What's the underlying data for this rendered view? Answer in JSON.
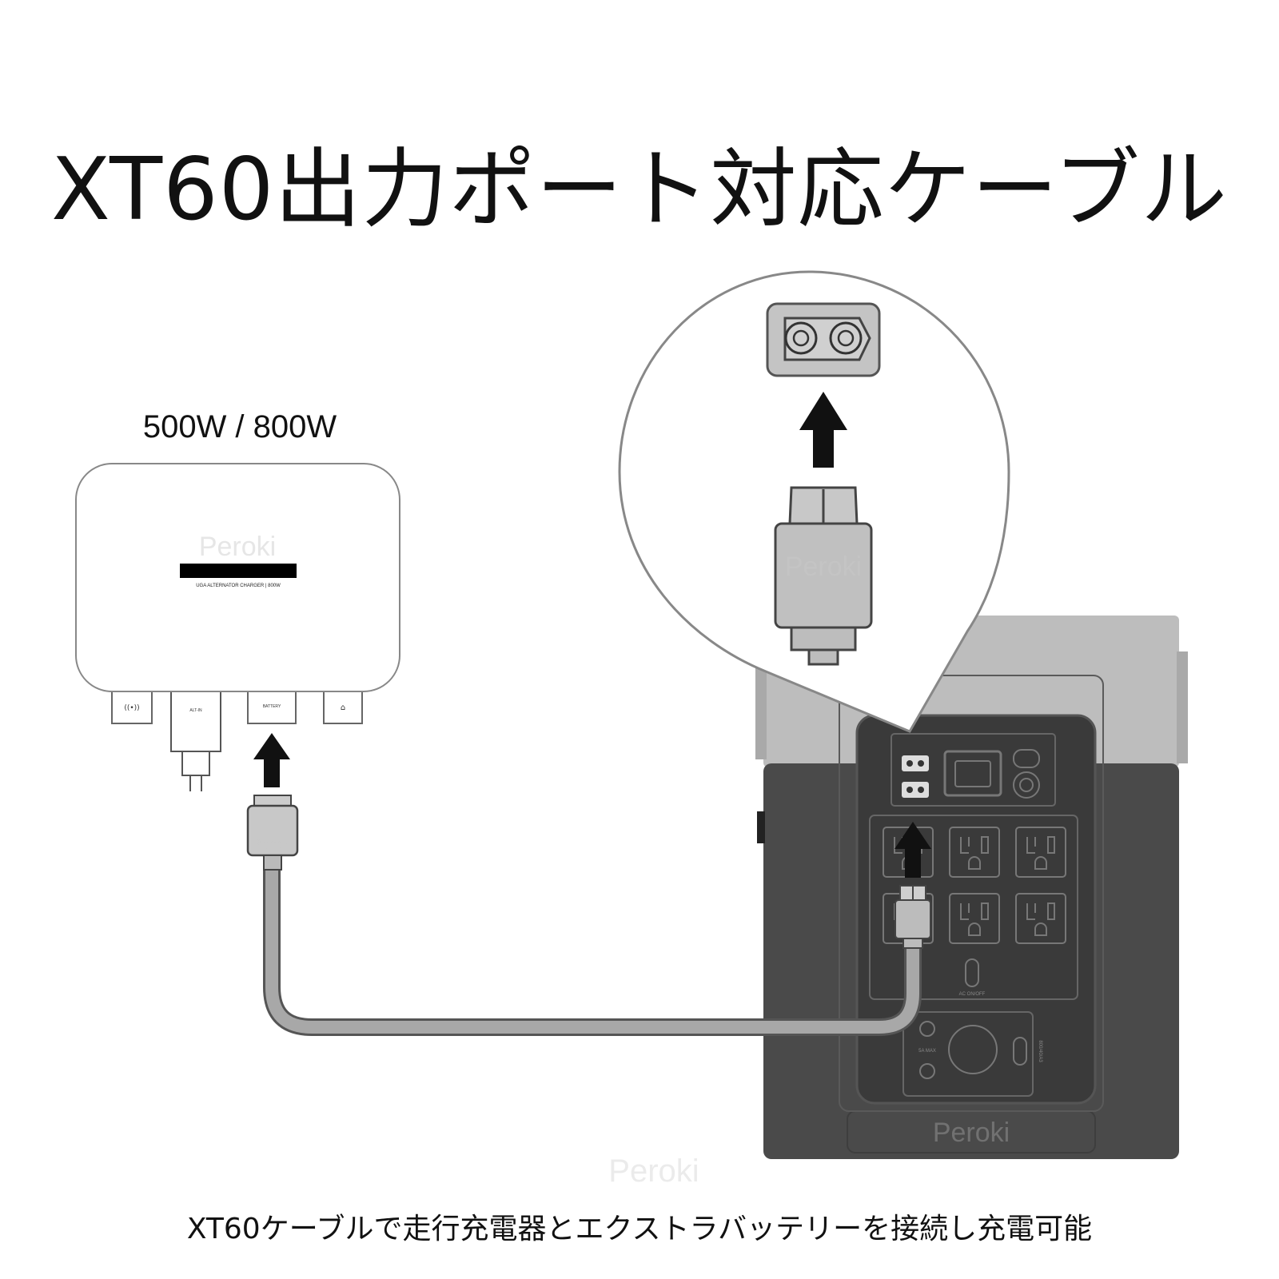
{
  "title": "XT60出力ポート対応ケーブル",
  "model_label": "500W / 800W",
  "caption": "XT60ケーブルで走行充電器とエクストラバッテリーを接続し充電可能",
  "watermark": "Peroki",
  "charger": {
    "name_text": "UGA ALTERNATOR CHARGER | 800W",
    "port_labels": [
      "((•))",
      "ALT-IN",
      "BATTERY",
      "⌂"
    ]
  },
  "power_station": {
    "ac_button_label": "AC ON/OFF",
    "usb_c_label": "800/40/A3",
    "dc_label": "5A MAX"
  },
  "colors": {
    "dark_body": "#4a4a4a",
    "light_top": "#bdbdbd",
    "arrow": "#111111",
    "cable": "#9a9a9a"
  }
}
